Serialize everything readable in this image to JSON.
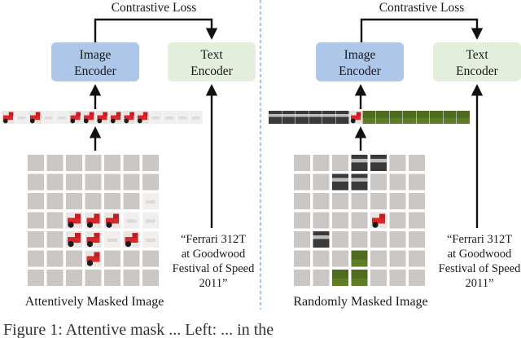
{
  "colors": {
    "image_encoder_fill": "#aec6e8",
    "text_encoder_fill": "#e3efdc",
    "masked_cell": "#c9c6c4",
    "divider": "#6f9bd1",
    "arrow": "#111111"
  },
  "panels": [
    {
      "loss_title": "Contrastive Loss",
      "image_encoder": [
        "Image",
        "Encoder"
      ],
      "text_encoder": [
        "Text",
        "Encoder"
      ],
      "caption_text": [
        "“Ferrari 312T",
        "at Goodwood",
        "Festival of Speed",
        "2011”"
      ],
      "image_label": "Attentively Masked Image",
      "masking": "attentive"
    },
    {
      "loss_title": "Contrastive Loss",
      "image_encoder": [
        "Image",
        "Encoder"
      ],
      "text_encoder": [
        "Text",
        "Encoder"
      ],
      "caption_text": [
        "“Ferrari 312T",
        "at Goodwood",
        "Festival of Speed",
        "2011”"
      ],
      "image_label": "Randomly Masked Image",
      "masking": "random"
    }
  ],
  "figure_caption_partial": "Figure 1: Attentive mask ... Left: ... in the"
}
